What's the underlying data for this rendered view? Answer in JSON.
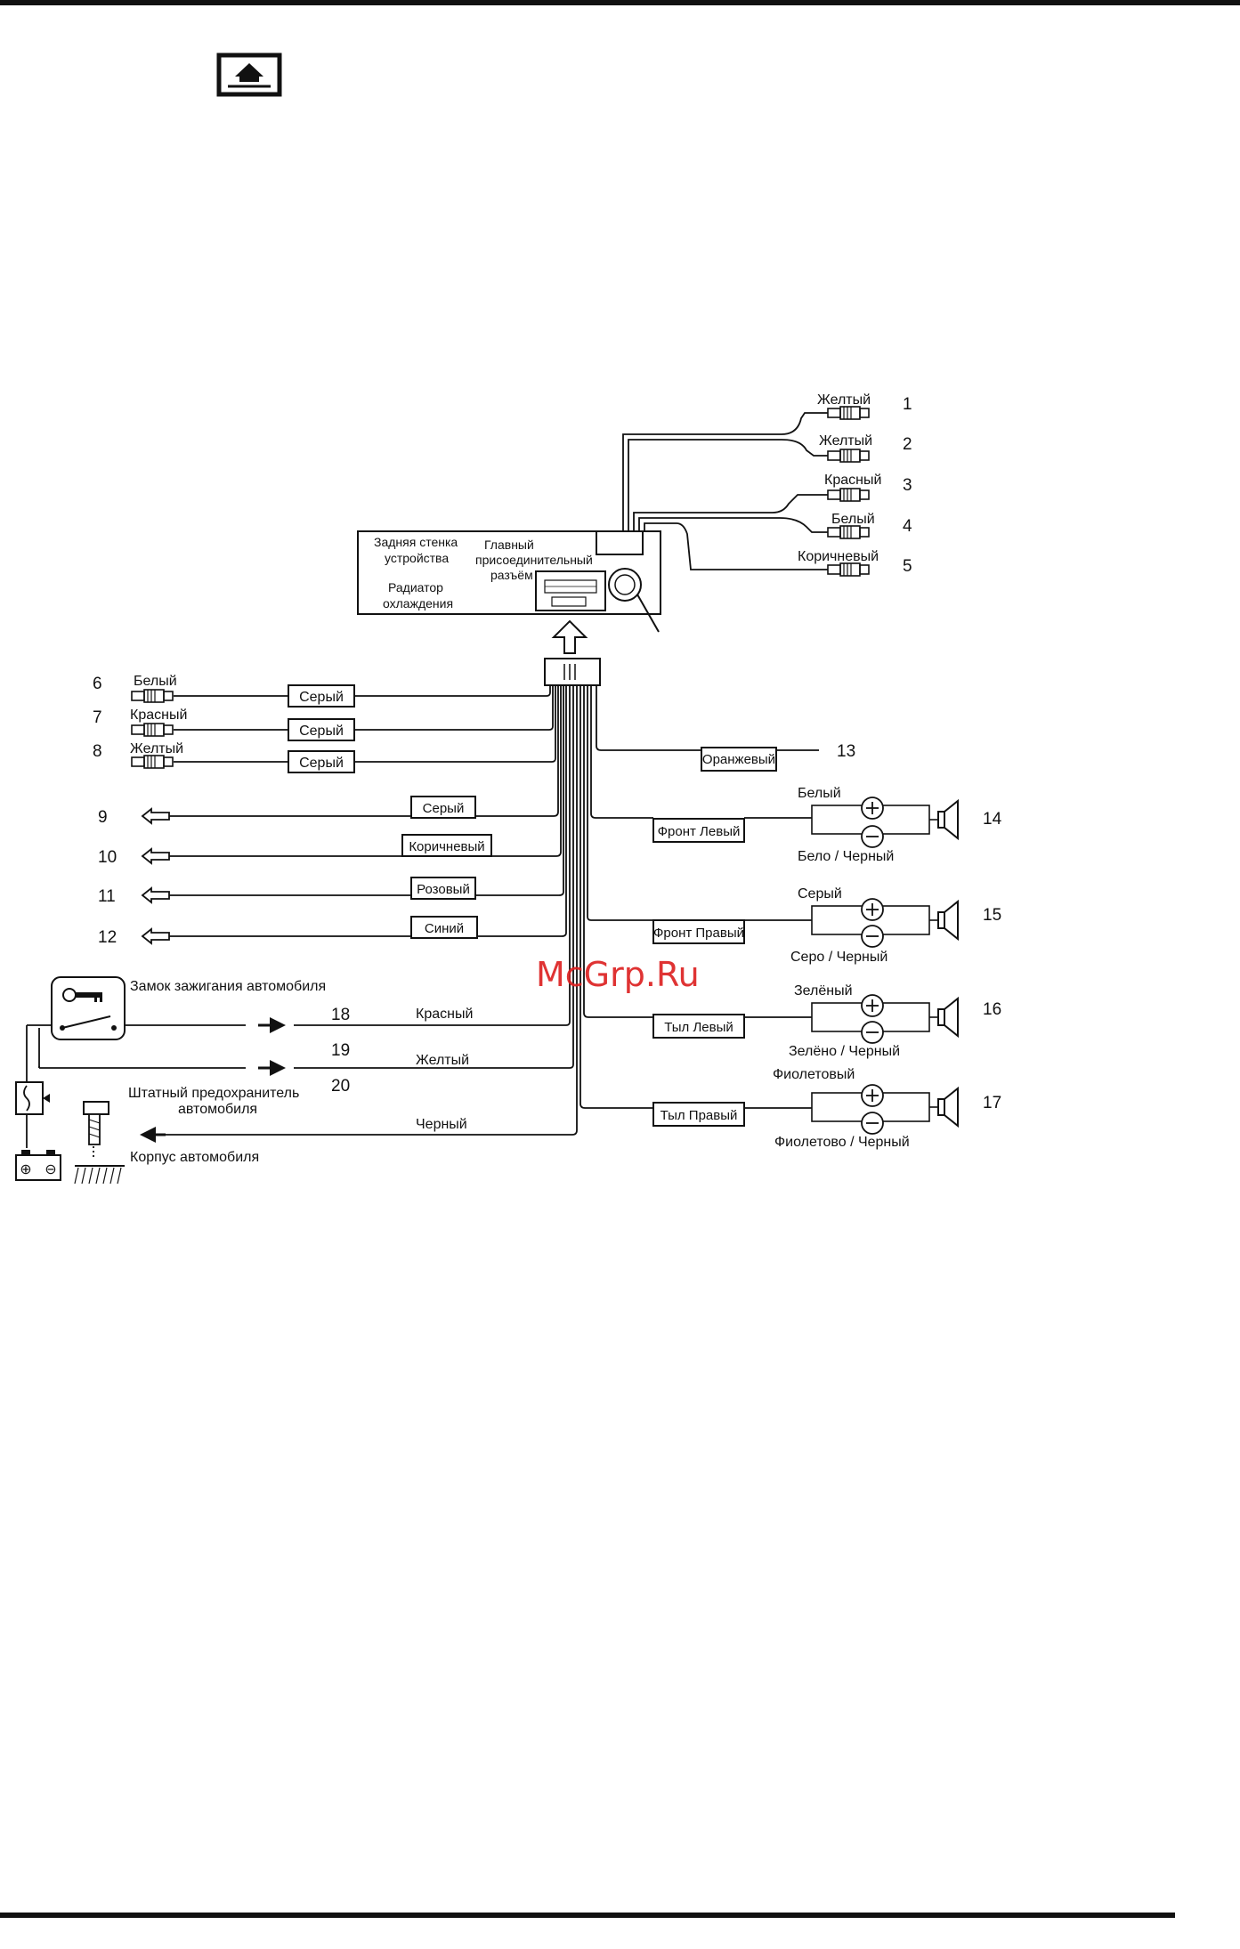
{
  "header_icon": "eject-icon",
  "watermark": "McGrp.Ru",
  "unit": {
    "back_panel": [
      "Задняя стенка",
      "устройства"
    ],
    "heatsink": [
      "Радиатор",
      "охлаждения"
    ],
    "main_connector": [
      "Главный",
      "присоединительный",
      "разъём"
    ]
  },
  "top_rca": [
    {
      "num": "1",
      "color": "Желтый"
    },
    {
      "num": "2",
      "color": "Желтый"
    },
    {
      "num": "3",
      "color": "Красный"
    },
    {
      "num": "4",
      "color": "Белый"
    },
    {
      "num": "5",
      "color": "Коричневый"
    }
  ],
  "left_rca": [
    {
      "num": "6",
      "color": "Белый",
      "wire": "Серый"
    },
    {
      "num": "7",
      "color": "Красный",
      "wire": "Серый"
    },
    {
      "num": "8",
      "color": "Желтый",
      "wire": "Серый"
    }
  ],
  "left_outputs": [
    {
      "num": "9",
      "wire": "Серый"
    },
    {
      "num": "10",
      "wire": "Коричневый"
    },
    {
      "num": "11",
      "wire": "Розовый"
    },
    {
      "num": "12",
      "wire": "Синий"
    }
  ],
  "orange": {
    "num": "13",
    "wire": "Оранжевый"
  },
  "speakers": [
    {
      "num": "14",
      "channel": "Фронт Левый",
      "plus": "Белый",
      "minus": "Бело / Черный"
    },
    {
      "num": "15",
      "channel": "Фронт Правый",
      "plus": "Серый",
      "minus": "Серо / Черный"
    },
    {
      "num": "16",
      "channel": "Тыл Левый",
      "plus": "Зелёный",
      "minus": "Зелёно / Черный"
    },
    {
      "num": "17",
      "channel": "Тыл Правый",
      "plus": "Фиолетовый",
      "minus": "Фиолетово / Черный"
    }
  ],
  "power": {
    "ignition": "Замок зажигания автомобиля",
    "fuse": [
      "Штатный предохранитель",
      "автомобиля"
    ],
    "ground": "Корпус автомобиля",
    "n18": "18",
    "n19": "19",
    "n20": "20",
    "red": "Красный",
    "yellow": "Желтый",
    "black": "Черный"
  }
}
